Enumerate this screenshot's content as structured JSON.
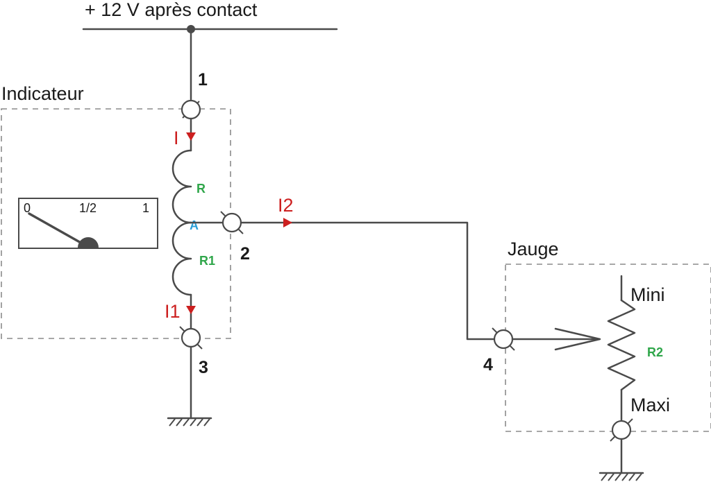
{
  "colors": {
    "wire": "#4a4a4a",
    "current": "#cc1f1f",
    "resistor": "#2fa64a",
    "node": "#2a9fd8",
    "box": "#8a8a8a"
  },
  "supply": {
    "label": "+ 12 V après contact"
  },
  "indicator": {
    "label": "Indicateur",
    "dial": {
      "scale_0": "0",
      "scale_half": "1/2",
      "scale_1": "1"
    }
  },
  "gauge": {
    "label": "Jauge",
    "mini": "Mini",
    "maxi": "Maxi",
    "resistor": "R2"
  },
  "terminals": {
    "t1": "1",
    "t2": "2",
    "t3": "3",
    "t4": "4"
  },
  "currents": {
    "i": "I",
    "i1": "I1",
    "i2": "I2"
  },
  "coils": {
    "r": "R",
    "r1": "R1",
    "node_a": "A"
  }
}
